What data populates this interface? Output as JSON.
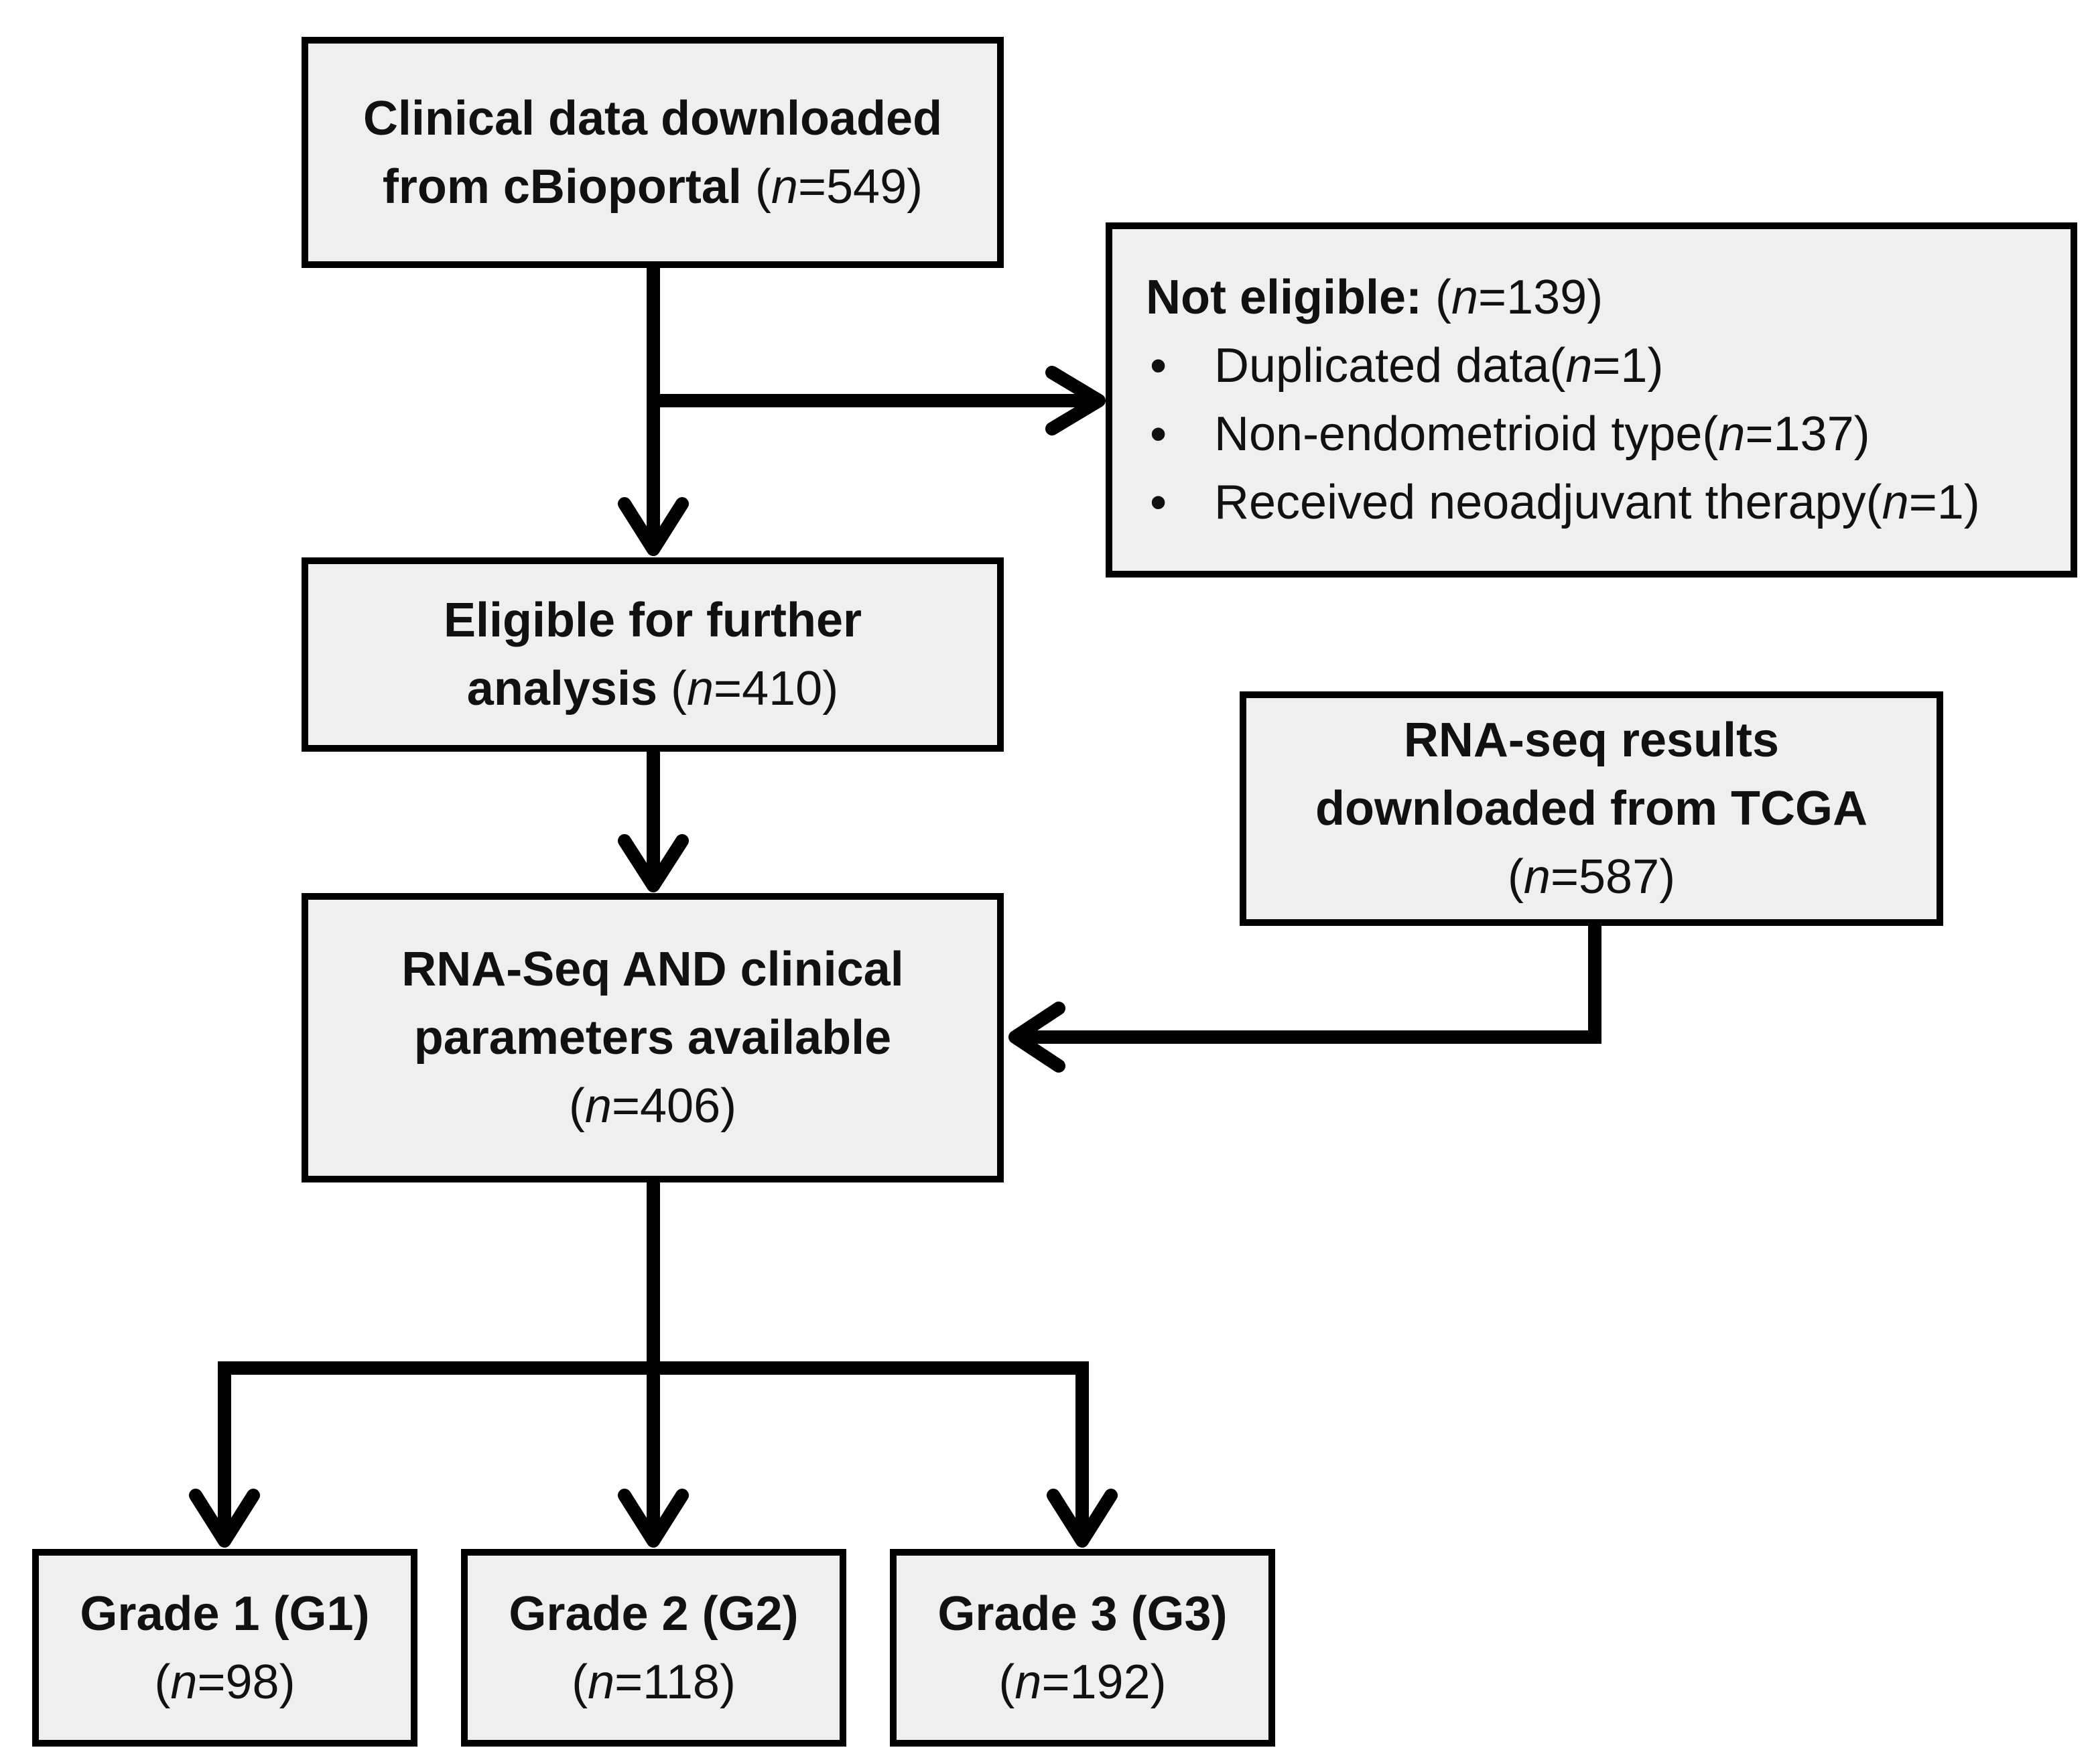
{
  "boxes": {
    "clinical": {
      "lines": [
        {
          "bold": "Clinical data downloaded"
        },
        {
          "bold": "from cBioportal",
          "n_prefix": "(",
          "n_label": "n",
          "n_value": "=549)"
        }
      ]
    },
    "not_eligible": {
      "title": "Not eligible:",
      "title_n": {
        "prefix": "(",
        "label": "n",
        "value": "=139)"
      },
      "bullet": "•",
      "items": [
        {
          "text": "Duplicated data ",
          "prefix": "(",
          "label": "n",
          "value": "=1)"
        },
        {
          "text": "Non-endometrioid type ",
          "prefix": "(",
          "label": "n",
          "value": "=137)"
        },
        {
          "text": "Received neoadjuvant therapy ",
          "prefix": "(",
          "label": "n",
          "value": "=1)"
        }
      ]
    },
    "eligible": {
      "line1": "Eligible for further",
      "line2_bold": "analysis",
      "n": {
        "prefix": "(",
        "label": "n",
        "value": "=410)"
      }
    },
    "rnaseq_tcga": {
      "line1": "RNA-seq results",
      "line2": "downloaded from TCGA",
      "n": {
        "prefix": "(",
        "label": "n",
        "value": "=587)"
      }
    },
    "rnaseq_clinical": {
      "line1": "RNA-Seq AND clinical",
      "line2": "parameters available",
      "n": {
        "prefix": "(",
        "label": "n",
        "value": "=406)"
      }
    },
    "grade1": {
      "title": "Grade 1 (G1)",
      "n": {
        "prefix": "(",
        "label": "n",
        "value": "=98)"
      }
    },
    "grade2": {
      "title": "Grade 2 (G2)",
      "n": {
        "prefix": "(",
        "label": "n",
        "value": "=118)"
      }
    },
    "grade3": {
      "title": "Grade 3 (G3)",
      "n": {
        "prefix": "(",
        "label": "n",
        "value": "=192)"
      }
    }
  }
}
